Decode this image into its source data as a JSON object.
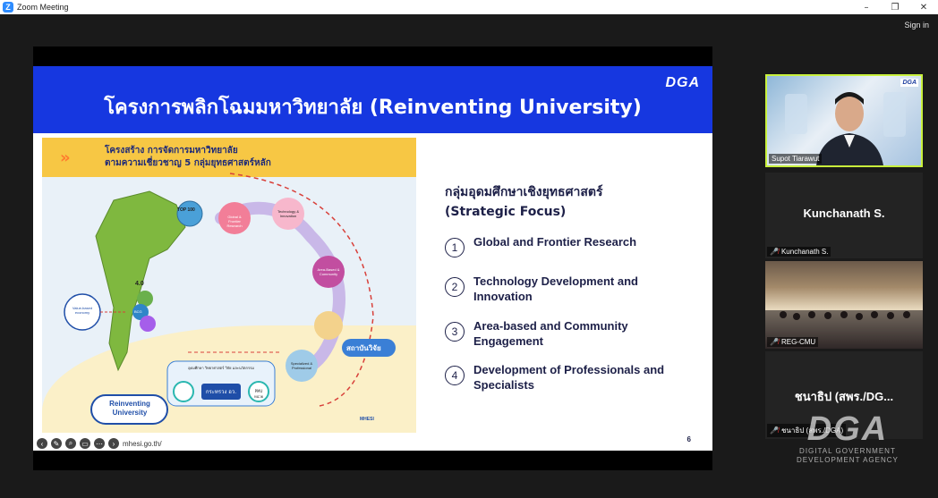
{
  "window": {
    "title": "Zoom Meeting",
    "controls": [
      "–",
      "❐",
      "✕"
    ]
  },
  "topbar": {
    "sign_in": "Sign in"
  },
  "slide": {
    "title": "โครงการพลิกโฉมมหาวิทยาลัย (Reinventing University)",
    "logo_text": "DGA",
    "illustration": {
      "banner_line1": "โครงสร้าง การจัดการมหาวิทยาลัย",
      "banner_line2": "ตามความเชี่ยวชาญ 5 กลุ่มยุทธศาสตร์หลัก",
      "labels": {
        "top100": "TOP 100",
        "global": "Global & Frontier Research",
        "technology": "Technology & Innovation",
        "area": "Area-Based & Community",
        "professional": "Specialized & Professional",
        "research_inst": "สถาบันวิจัย",
        "value_based": "Value-based economy",
        "four_zero": "4.0",
        "bcg": "BCG",
        "reinventing": "Reinventing University",
        "ministry": "กระทรวง อว.",
        "pmu": "PMU หน่วย",
        "support_unit": "อุดมศึกษา วิทยาศาสตร์ วิจัย และนวัตกรรม",
        "mhesi": "MHESI"
      }
    },
    "focus_heading_line1": "กลุ่มอุดมศึกษาเชิงยุทธศาสตร์",
    "focus_heading_line2": "(Strategic Focus)",
    "focus_items": [
      {
        "num": "1",
        "text": "Global and Frontier Research"
      },
      {
        "num": "2",
        "text": "Technology Development and Innovation"
      },
      {
        "num": "3",
        "text": "Area-based and Community Engagement"
      },
      {
        "num": "4",
        "text": "Development of Professionals and Specialists"
      }
    ],
    "page_number": "6",
    "footer_url": "mhesi.go.th/"
  },
  "participants": [
    {
      "name": "Supot Tiarawut",
      "video": true
    },
    {
      "name": "Kunchanath S.",
      "display": "Kunchanath S.",
      "video": false,
      "muted": true
    },
    {
      "name": "REG-CMU",
      "video": true,
      "muted": true
    },
    {
      "name": "ชนาธิป (สพร./DGA)",
      "display": "ชนาธิป (สพร./DG...",
      "video": false,
      "muted": true
    }
  ],
  "watermark": {
    "logo": "DGA",
    "line1": "DIGITAL GOVERNMENT",
    "line2": "DEVELOPMENT AGENCY"
  },
  "colors": {
    "slide_header": "#1637e0",
    "active_speaker_border": "#c8f03c",
    "text_dark": "#1d2048"
  }
}
